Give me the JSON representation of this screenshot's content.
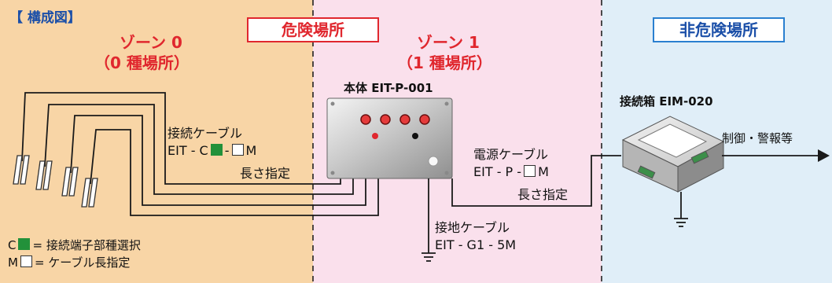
{
  "title": "【 構成図】",
  "zones": {
    "hazard_label": "危険場所",
    "nonhazard_label": "非危険場所",
    "zone0": {
      "name": "ゾーン 0",
      "sub": "（0 種場所）"
    },
    "zone1": {
      "name": "ゾーン 1",
      "sub": "（1 種場所）"
    }
  },
  "main_unit": {
    "label": "本体 EIT-P-001"
  },
  "junction_box": {
    "label": "接続箱 EIM-020"
  },
  "control_output": "制御・警報等",
  "connection_cable": {
    "title": "接続ケーブル",
    "code_prefix": "EIT - C",
    "code_mid": "-",
    "code_suffix": "M",
    "note": "長さ指定"
  },
  "power_cable": {
    "title": "電源ケーブル",
    "code_prefix": "EIT - P -",
    "code_suffix": "M",
    "note": "長さ指定"
  },
  "ground_cable": {
    "title": "接地ケーブル",
    "code": "EIT - G1 - 5M"
  },
  "legend": {
    "c_prefix": "C",
    "c_text": "= 接続端子部種選択",
    "m_prefix": "M",
    "m_text": "= ケーブル長指定"
  },
  "colors": {
    "zone0_bg": "#f8d5a6",
    "zone1_bg": "#fae0ec",
    "safe_bg": "#e0eef8",
    "title_blue": "#1b4fa8",
    "zone_red": "#e0272e",
    "select_green": "#22913a"
  }
}
